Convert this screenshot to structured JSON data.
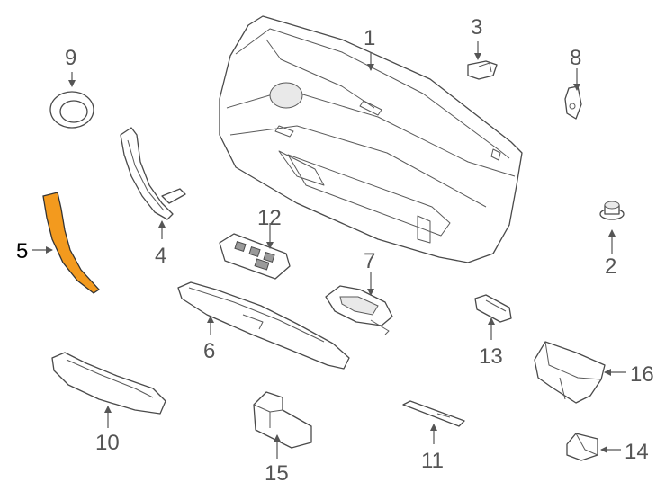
{
  "colors": {
    "highlight": "#f39a1e",
    "line": "#4a4a4a",
    "label": "#555555"
  },
  "highlighted_part": "5",
  "callouts": {
    "c1": "1",
    "c2": "2",
    "c3": "3",
    "c4": "4",
    "c5": "5",
    "c6": "6",
    "c7": "7",
    "c8": "8",
    "c9": "9",
    "c10": "10",
    "c11": "11",
    "c12": "12",
    "c13": "13",
    "c14": "14",
    "c15": "15",
    "c16": "16"
  }
}
